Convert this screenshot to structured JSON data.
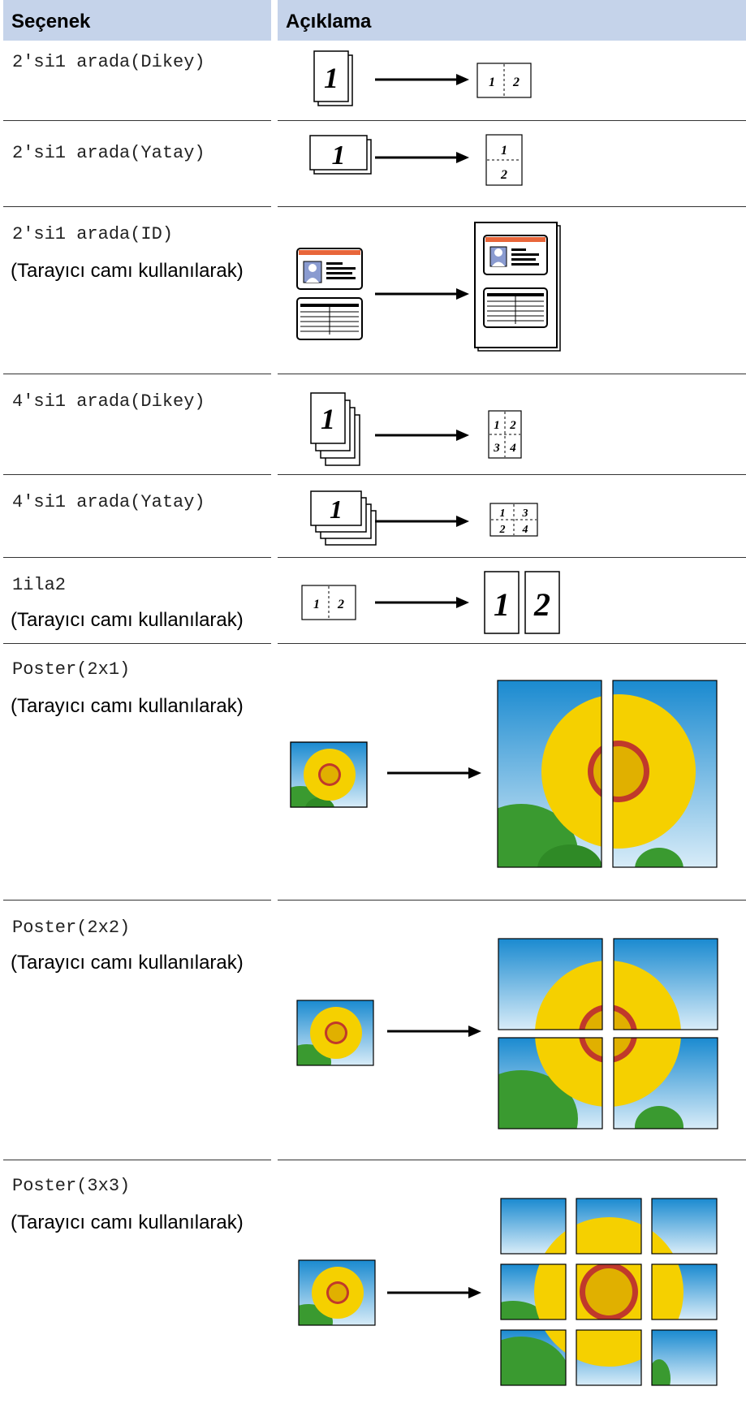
{
  "table": {
    "headers": {
      "option": "Seçenek",
      "description": "Açıklama"
    },
    "rows": [
      {
        "option": "2'si1 arada(Dikey)",
        "note": "",
        "diagram_icon": "2in1-portrait-diagram"
      },
      {
        "option": "2'si1 arada(Yatay)",
        "note": "",
        "diagram_icon": "2in1-landscape-diagram"
      },
      {
        "option": "2'si1 arada(ID)",
        "note": "(Tarayıcı camı kullanılarak)",
        "diagram_icon": "2in1-id-card-diagram"
      },
      {
        "option": "4'si1 arada(Dikey)",
        "note": "",
        "diagram_icon": "4in1-portrait-diagram"
      },
      {
        "option": "4'si1 arada(Yatay)",
        "note": "",
        "diagram_icon": "4in1-landscape-diagram"
      },
      {
        "option": "1ila2",
        "note": "(Tarayıcı camı kullanılarak)",
        "diagram_icon": "1to2-diagram"
      },
      {
        "option": "Poster(2x1)",
        "note": "(Tarayıcı camı kullanılarak)",
        "diagram_icon": "poster-2x1-diagram"
      },
      {
        "option": "Poster(2x2)",
        "note": "(Tarayıcı camı kullanılarak)",
        "diagram_icon": "poster-2x2-diagram"
      },
      {
        "option": "Poster(3x3)",
        "note": "(Tarayıcı camı kullanılarak)",
        "diagram_icon": "poster-3x3-diagram"
      }
    ]
  },
  "diagram_labels": {
    "one": "1",
    "two": "2",
    "three": "3",
    "four": "4"
  },
  "colors": {
    "header_bg": "#c5d3ea",
    "sky_top": "#1a8ad0",
    "sky_bottom": "#d8ecf8",
    "petal": "#f5d000",
    "center": "#e0b000",
    "ring": "#c0392b",
    "leaf": "#3a9a30",
    "id_stripe": "#e8663a",
    "id_photo": "#8a9bd0"
  }
}
